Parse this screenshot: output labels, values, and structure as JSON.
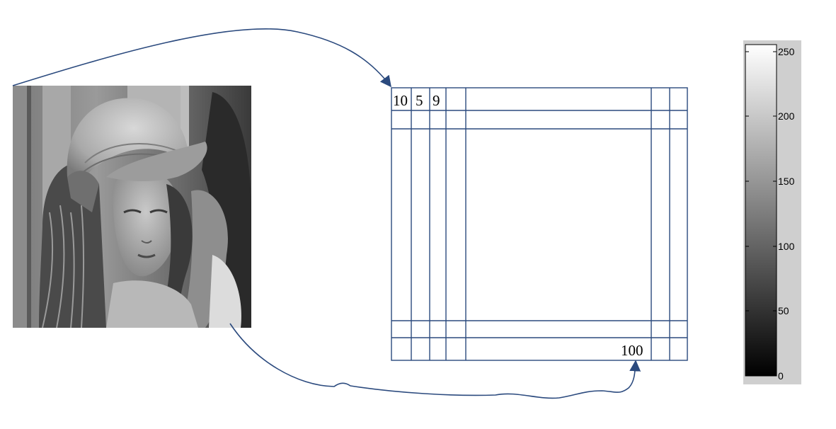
{
  "image": {
    "subject": "grayscale portrait photograph of a woman wearing a wide-brimmed hat"
  },
  "matrix": {
    "top_left_values": [
      "10",
      "5",
      "9"
    ],
    "bottom_right_value": "100"
  },
  "colorbar": {
    "ticks": [
      "250",
      "200",
      "150",
      "100",
      "50",
      "0"
    ],
    "range": [
      0,
      255
    ],
    "colormap": "gray"
  },
  "colors": {
    "line": "#2b4a7e",
    "colorbar_frame": "#cfcfcf"
  }
}
